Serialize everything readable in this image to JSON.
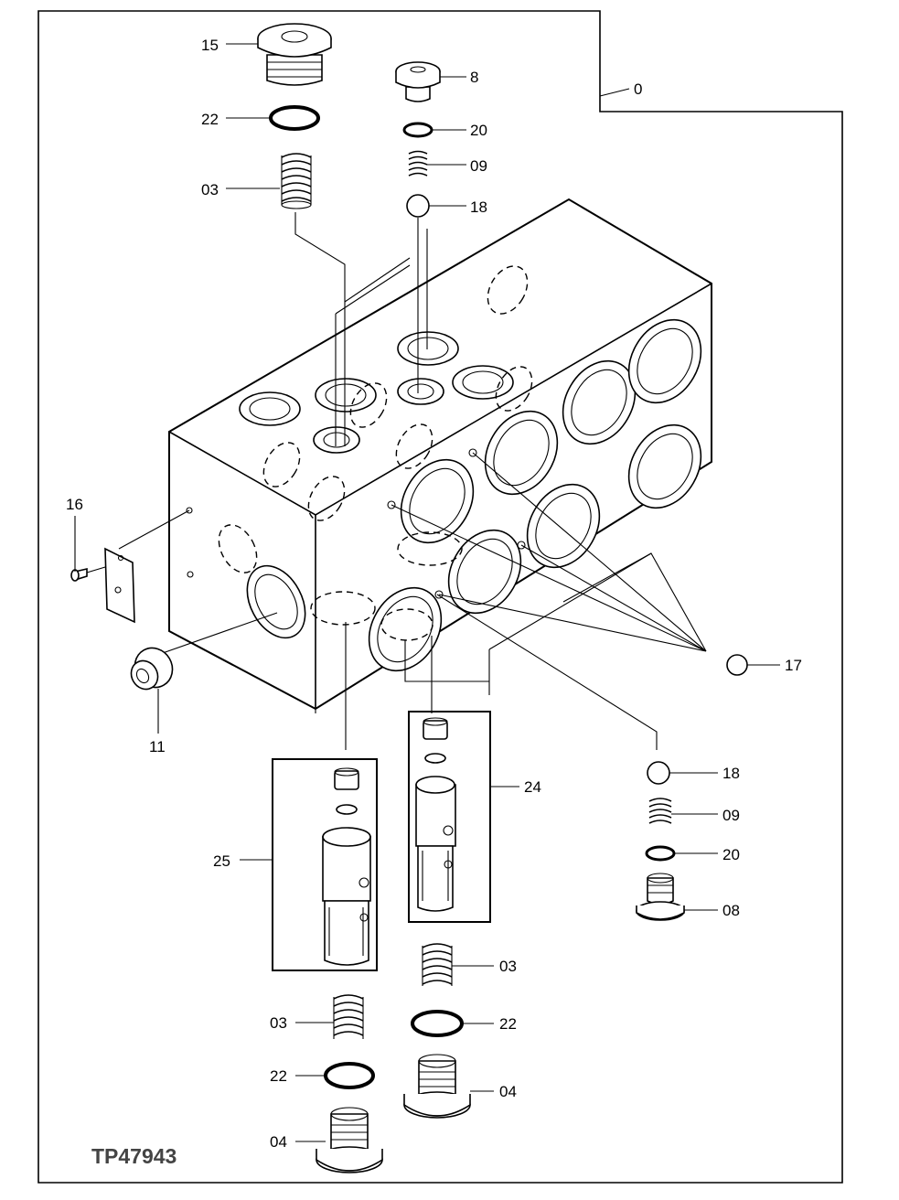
{
  "figure_code": "TP47943",
  "labels": {
    "l0": "0",
    "l15": "15",
    "l22a": "22",
    "l03a": "03",
    "l8": "8",
    "l20a": "20",
    "l09a": "09",
    "l18a": "18",
    "l16": "16",
    "l11": "11",
    "l17": "17",
    "l18b": "18",
    "l09b": "09",
    "l20b": "20",
    "l08": "08",
    "l24": "24",
    "l25": "25",
    "l03b": "03",
    "l22b": "22",
    "l04a": "04",
    "l03c": "03",
    "l22c": "22",
    "l04b": "04"
  }
}
